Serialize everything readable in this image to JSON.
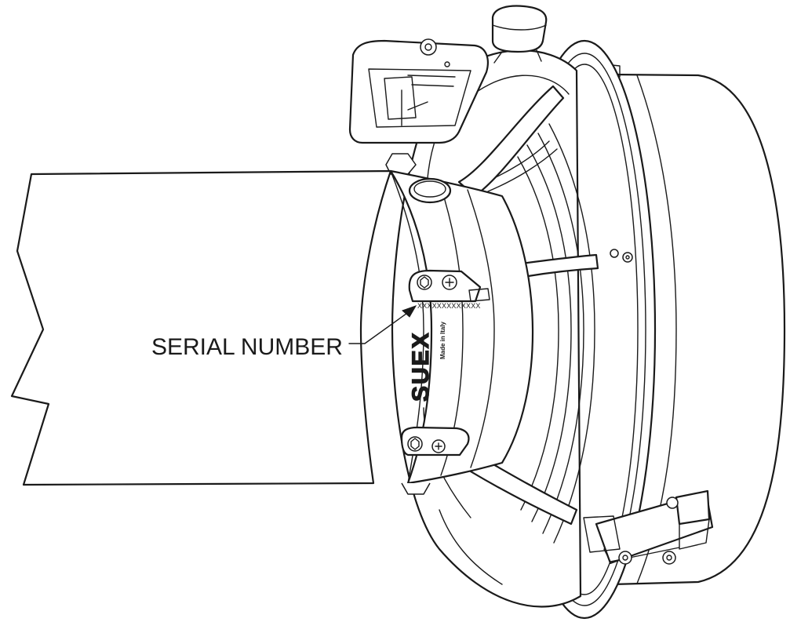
{
  "callout": {
    "label": "SERIAL NUMBER",
    "placeholder_mark": "XXXXXXXXXXXXX"
  },
  "branding": {
    "logo": "SUEX",
    "origin": "Made in Italy"
  },
  "colors": {
    "line": "#1a1a1a",
    "background": "#ffffff"
  }
}
